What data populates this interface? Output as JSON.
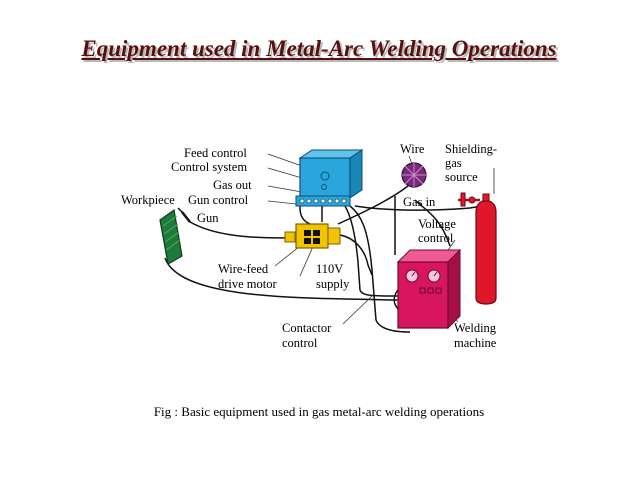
{
  "title": "Equipment used in Metal-Arc Welding Operations",
  "caption": "Fig : Basic equipment used in gas metal-arc welding operations",
  "labels": {
    "feed_control": "Feed control",
    "control_system": "Control system",
    "gas_out": "Gas out",
    "workpiece": "Workpiece",
    "gun_control": "Gun control",
    "gun": "Gun",
    "wire": "Wire",
    "shielding_1": "Shielding-",
    "shielding_2": "gas",
    "shielding_3": "source",
    "gas_in": "Gas in",
    "voltage_1": "Voltage",
    "voltage_2": "control",
    "wire_feed_1": "Wire-feed",
    "wire_feed_2": "drive motor",
    "supply_1": "110V",
    "supply_2": "supply",
    "contactor_1": "Contactor",
    "contactor_2": "control",
    "welding_1": "Welding",
    "welding_2": "machine"
  },
  "colors": {
    "title": "#5a0f0f",
    "control_box": "#2aa6dc",
    "wire_spool": "#7a2a7a",
    "workpiece": "#1f7a3a",
    "motor": "#f2c400",
    "welding_machine": "#d8155f",
    "gas_cylinder": "#e0162b"
  }
}
